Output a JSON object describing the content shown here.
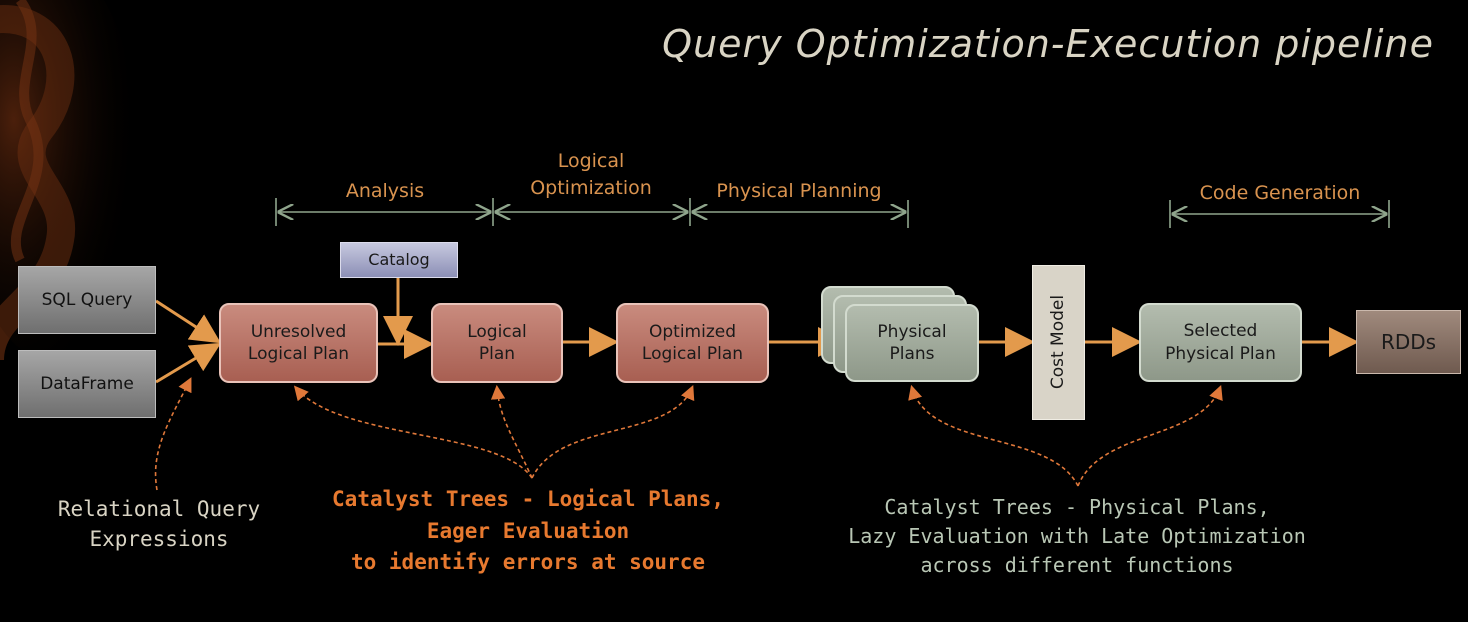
{
  "title": "Query Optimization-Execution pipeline",
  "phases": {
    "analysis": "Analysis",
    "logical_optimization": [
      "Logical",
      "Optimization"
    ],
    "physical_planning": "Physical Planning",
    "code_generation": "Code Generation"
  },
  "sources": {
    "sql_query": "SQL Query",
    "dataframe": "DataFrame"
  },
  "catalog": "Catalog",
  "plans": {
    "unresolved": [
      "Unresolved",
      "Logical Plan"
    ],
    "logical": [
      "Logical",
      "Plan"
    ],
    "optimized": [
      "Optimized",
      "Logical Plan"
    ],
    "physical": [
      "Physical",
      "Plans"
    ],
    "cost_model": "Cost Model",
    "selected": [
      "Selected",
      "Physical Plan"
    ],
    "rdds": "RDDs"
  },
  "notes": {
    "relational": [
      "Relational Query",
      "Expressions"
    ],
    "logical": [
      "Catalyst Trees - Logical Plans,",
      "Eager Evaluation",
      "to identify errors at source"
    ],
    "physical": [
      "Catalyst Trees - Physical Plans,",
      "Lazy Evaluation with Late Optimization",
      "across different functions"
    ]
  },
  "colors": {
    "arrow": "#e39a4c",
    "phase_bracket": "#8fa58c",
    "dashed": "#e0783a"
  }
}
